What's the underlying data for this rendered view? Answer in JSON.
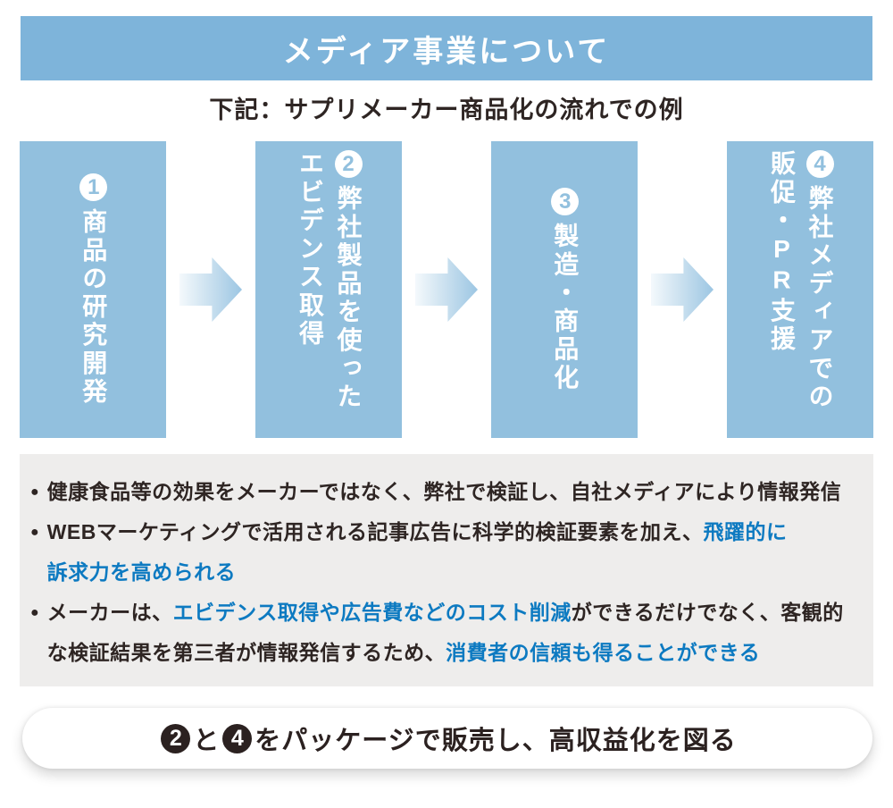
{
  "title": "メディア事業について",
  "subtitle": "下記：サプリメーカー商品化の流れでの例",
  "flow": {
    "steps": [
      {
        "number": "1",
        "align": "center",
        "lines": [
          "商品の研究開発"
        ]
      },
      {
        "number": "2",
        "align": "top",
        "lines": [
          "弊社製品を使った",
          "エビデンス取得"
        ]
      },
      {
        "number": "3",
        "align": "center",
        "lines": [
          "製造・商品化"
        ]
      },
      {
        "number": "4",
        "align": "top",
        "lines": [
          "弊社メディアでの",
          "販促・PR支援"
        ]
      }
    ]
  },
  "notes": {
    "bullets": [
      {
        "segments": [
          {
            "text": "健康食品等の効果をメーカーではなく、弊社で検証し、自社メディアにより情報発信",
            "color": "dark"
          }
        ]
      },
      {
        "segments": [
          {
            "text": "WEBマーケティングで活用される記事広告に科学的検証要素を加え、",
            "color": "dark"
          },
          {
            "text": "飛躍的に\n訴求力を高められる",
            "color": "blue"
          }
        ]
      },
      {
        "segments": [
          {
            "text": "メーカーは、",
            "color": "dark"
          },
          {
            "text": "エビデンス取得や広告費などのコスト削減",
            "color": "blue"
          },
          {
            "text": "ができるだけでなく、客観的\nな検証結果を第三者が情報発信するため、",
            "color": "dark"
          },
          {
            "text": "消費者の信頼も得ることができる",
            "color": "blue"
          }
        ]
      }
    ]
  },
  "footer": {
    "segments": [
      {
        "badge": "2"
      },
      {
        "text": "と"
      },
      {
        "badge": "4"
      },
      {
        "text": "をパッケージで販売し、高収益化を図る"
      }
    ]
  },
  "colors": {
    "banner_blue": "#7eb4da",
    "box_blue": "#92c0de",
    "panel_gray": "#eeedec",
    "text_dark": "#2e2523",
    "accent_blue": "#0d7ac1",
    "footer_badge_black": "#2b2120",
    "arrow_gradient_start": "#f4f9fc",
    "arrow_gradient_end": "#9cc6e3"
  }
}
